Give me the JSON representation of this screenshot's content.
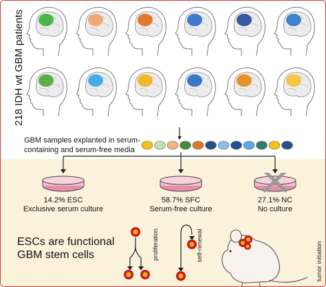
{
  "side_label": "218 IDH wt GBM patients",
  "heads_row1": [
    "#3fb13a",
    "#f0a46a",
    "#e06f1c",
    "#2f6fc9",
    "#2a4a9c",
    "#2f79c8"
  ],
  "heads_row2": [
    "#4fa83f",
    "#3aa6e8",
    "#f2b21a",
    "#2a6fc4",
    "#e6891a",
    "#f5c233"
  ],
  "explant_text": [
    "GBM samples explanted in serum-",
    "containing and serum-free media"
  ],
  "sample_colors": [
    "#f2c217",
    "#c5e0b0",
    "#f4b183",
    "#4a8a3a",
    "#e0762a",
    "#27508a",
    "#8fbce6",
    "#1f4e9c",
    "#5ba7e8",
    "#2e7d6e",
    "#f0c418",
    "#27508a"
  ],
  "outcomes": [
    {
      "pct": "14.2% ESC",
      "label": "Exclusive serum culture"
    },
    {
      "pct": "58.7% SFC",
      "label": "Serum-free culture"
    },
    {
      "pct": "27.1% NC",
      "label": "No culture"
    }
  ],
  "conclusion": [
    "ESCs are functional",
    "GBM stem cells"
  ],
  "assays": [
    "proliferation",
    "self-renewal",
    "tumor initiation"
  ],
  "colors": {
    "panel": "#fbf2dc",
    "dish": "#e58fa6",
    "cell_ring": "#c8191e",
    "cell_core": "#f0b21e",
    "frame": "#d23b3b"
  }
}
